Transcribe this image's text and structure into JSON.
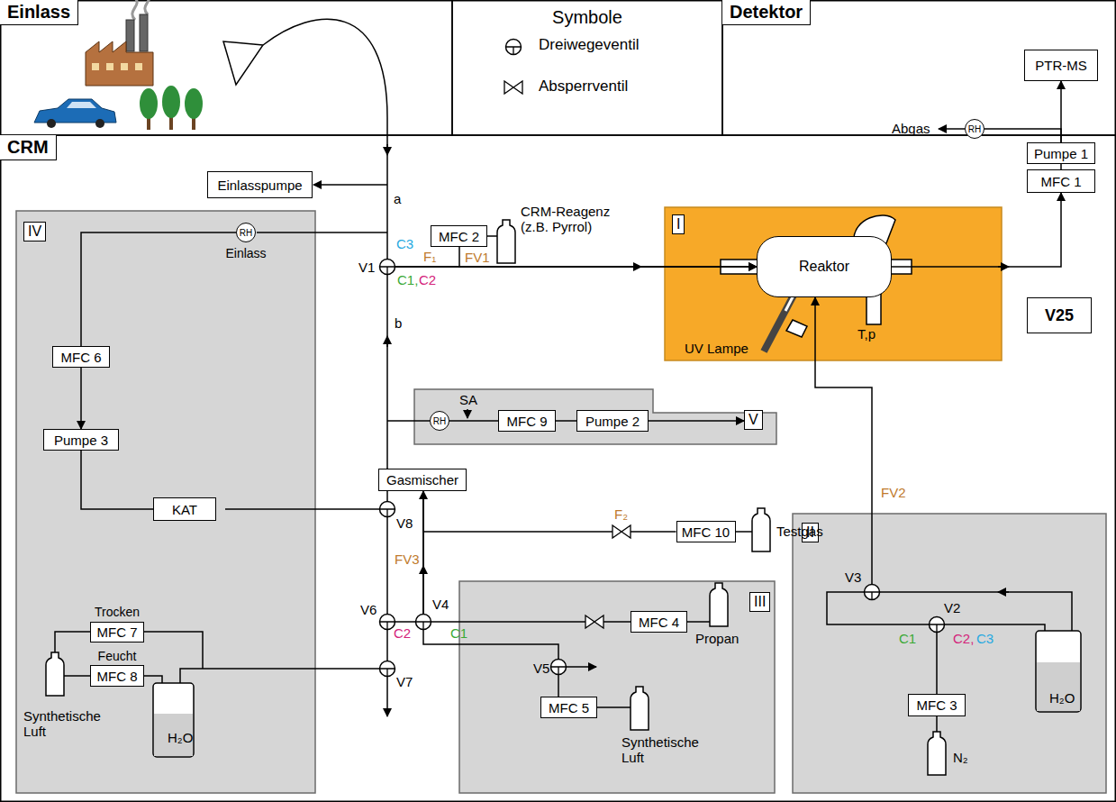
{
  "diagram": {
    "nodes": [
      {
        "text": [
          "Einlass"
        ]
      },
      {
        "text": [
          "Symbole"
        ]
      },
      {
        "text": [
          "Detektor"
        ]
      },
      {
        "text": [
          "PTR-MS"
        ],
        "in": 2
      },
      {
        "text": [
          "RH"
        ],
        "in": 2
      },
      {
        "text": [
          "CRM"
        ]
      },
      {
        "text": [
          "Einlasspumpe"
        ],
        "in": 5
      },
      {
        "text": [
          "IV"
        ],
        "in": 5
      },
      {
        "text": [
          "RH",
          "Einlass"
        ],
        "in": 7
      },
      {
        "text": [
          "MFC 6"
        ],
        "in": 7
      },
      {
        "text": [
          "Pumpe 3"
        ],
        "in": 7
      },
      {
        "text": [
          "KAT"
        ],
        "in": 7
      },
      {
        "text": [
          "MFC 7",
          "Trocken"
        ],
        "in": 7
      },
      {
        "text": [
          "MFC 8",
          "Feucht"
        ],
        "in": 7
      },
      {
        "text": [
          "V"
        ],
        "in": 5
      },
      {
        "text": [
          "RH"
        ],
        "in": 14
      },
      {
        "text": [
          "MFC 9"
        ],
        "in": 14
      },
      {
        "text": [
          "Pumpe 2"
        ],
        "in": 14
      },
      {
        "text": [
          "Gasmischer"
        ],
        "in": 5
      },
      {
        "text": [
          "MFC 10"
        ],
        "in": 5
      },
      {
        "text": [
          "MFC 2"
        ],
        "in": 5
      },
      {
        "text": [
          "I"
        ],
        "in": 5
      },
      {
        "text": [
          "Reaktor"
        ],
        "in": 21
      },
      {
        "text": [
          "MFC 1"
        ],
        "in": 5
      },
      {
        "text": [
          "Pumpe 1"
        ],
        "in": 5
      },
      {
        "text": [
          "III"
        ],
        "in": 5
      },
      {
        "text": [
          "MFC 4"
        ],
        "in": 25
      },
      {
        "text": [
          "MFC 5"
        ],
        "in": 25
      },
      {
        "text": [
          "II"
        ],
        "in": 5
      },
      {
        "text": [
          "MFC 3"
        ],
        "in": 28
      },
      {
        "text": [
          "V25"
        ],
        "in": 5
      }
    ],
    "edges": [
      {
        "from": 24,
        "to": 3,
        "arrow": "to"
      },
      {
        "from": 24,
        "to": 4,
        "arrow": "none"
      },
      {
        "from": 23,
        "to": 24,
        "arrow": "none"
      },
      {
        "from": 22,
        "to": 23,
        "arrow": "to"
      },
      {
        "from": 20,
        "to": 22,
        "arrow": "to"
      },
      {
        "from": 18,
        "to": 22,
        "arrow": "to"
      },
      {
        "from": 8,
        "to": 9,
        "arrow": "none"
      },
      {
        "from": 9,
        "to": 10,
        "arrow": "to"
      },
      {
        "from": 10,
        "to": 11,
        "arrow": "none"
      },
      {
        "from": 15,
        "to": 16,
        "arrow": "none"
      },
      {
        "from": 16,
        "to": 17,
        "arrow": "none"
      },
      {
        "from": 19,
        "to": 18,
        "arrow": "none"
      },
      {
        "from": 26,
        "to": 18,
        "arrow": "to"
      },
      {
        "from": 29,
        "to": 22,
        "arrow": "to"
      }
    ],
    "labels": [
      "CRM-Reagenz (z.B. Pyrrol)",
      "F₁",
      "FV1",
      "C3",
      "C1,",
      "C2",
      "a",
      "b",
      "V1",
      "UV Lampe",
      "T,p",
      "Abgas",
      "SA",
      "Testgas",
      "F₂",
      "FV3",
      "C2",
      "C1",
      "V8",
      "V6",
      "V7",
      "V4",
      "V5",
      "Propan",
      "Synthetische Luft",
      "Synthetische Luft",
      "H₂O",
      "V3",
      "V2",
      "C1",
      "C2,",
      "C3",
      "H₂O",
      "N₂",
      "FV2"
    ],
    "legend": [
      {
        "text": "Dreiwegeventil"
      },
      {
        "text": "Absperrventil"
      }
    ]
  }
}
